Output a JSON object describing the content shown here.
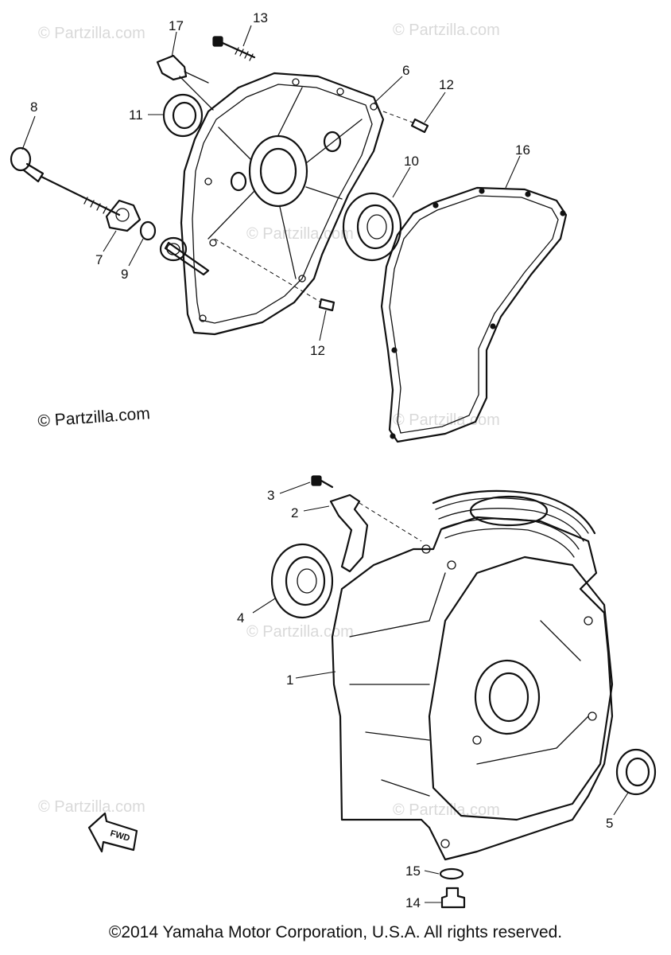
{
  "watermarks": [
    "© Partzilla.com",
    "© Partzilla.com",
    "© Partzilla.com",
    "© Partzilla.com",
    "© Partzilla.com",
    "© Partzilla.com",
    "© Partzilla.com"
  ],
  "site_credit": "© Partzilla.com",
  "fwd_label": "FWD",
  "part_numbers": {
    "p1": "1",
    "p2": "2",
    "p3": "3",
    "p4": "4",
    "p5": "5",
    "p6": "6",
    "p7": "7",
    "p8": "8",
    "p9": "9",
    "p10": "10",
    "p11": "11",
    "p12a": "12",
    "p12b": "12",
    "p13": "13",
    "p14": "14",
    "p15": "15",
    "p16": "16",
    "p17": "17"
  },
  "footer_copyright": "©2014 Yamaha Motor Corporation, U.S.A. All rights reserved."
}
